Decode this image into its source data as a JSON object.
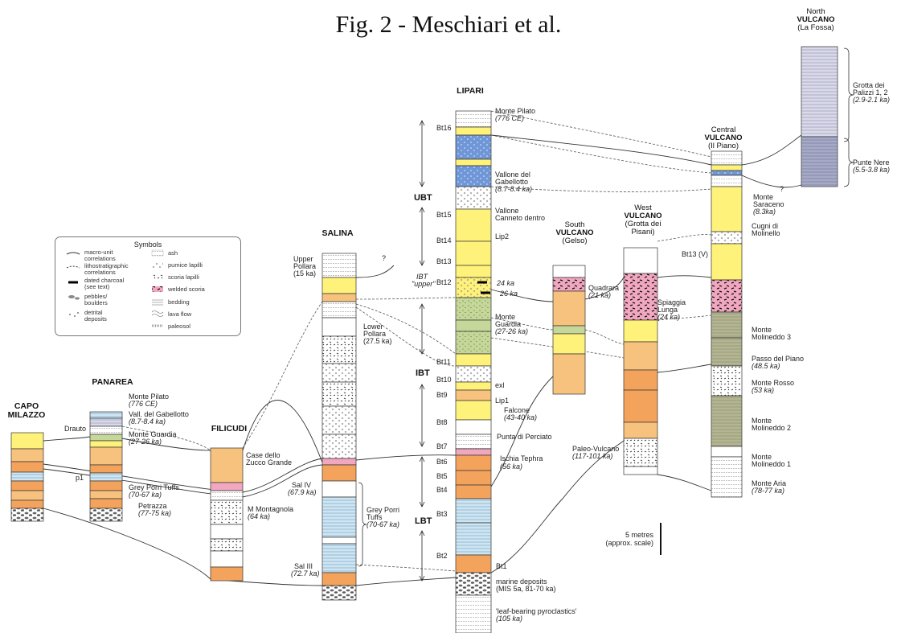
{
  "figure_title": "Fig. 2 - Meschiari et al.",
  "legend": {
    "title": "Symbols",
    "left": [
      "macro-unit",
      "correlations",
      "lithostratigraphic",
      "correlations",
      "dated charcoal",
      "(see text)",
      "pebbles/",
      "boulders",
      "detrital",
      "deposits"
    ],
    "right": [
      "ash",
      "pumice lapilli",
      "scoria lapilli",
      "welded scoria",
      "bedding",
      "lava flow",
      "paleosol"
    ]
  },
  "columns": {
    "capo_milazzo": {
      "title": [
        "CAPO",
        "MILAZZO"
      ]
    },
    "panarea": {
      "title": "PANAREA",
      "labels": {
        "drauto": "Drauto",
        "p1": "p1",
        "monte_pilato": "Monte Pilato",
        "monte_pilato_age": "(776 CE)",
        "vall_gabellotto": "Vall. del Gabellotto",
        "vall_gabellotto_age": "(8.7-8.4 ka)",
        "monte_guardia": "Monte Guardia",
        "monte_guardia_age": "(27-26 ka)",
        "grey_porri": "Grey Porri Tuffs",
        "grey_porri_age": "(70-67 ka)",
        "petrazza": "Petrazza",
        "petrazza_age": "(77-75 ka)"
      }
    },
    "filicudi": {
      "title": "FILICUDI",
      "labels": {
        "zucco": "Case dello",
        "zucco2": "Zucco Grande",
        "montagnola": "M Montagnola",
        "montagnola_age": "(64 ka)"
      }
    },
    "salina": {
      "title": "SALINA",
      "labels": {
        "upper_pollara": "Upper",
        "upper_pollara2": "Pollara",
        "upper_pollara_age": "(15 ka)",
        "lower_pollara": "Lower",
        "lower_pollara2": "Pollara",
        "lower_pollara_age": "(27.5 ka)",
        "sal4": "Sal IV",
        "sal4_age": "(67.9 ka)",
        "grey_porri": "Grey Porri",
        "grey_porri2": "Tuffs",
        "grey_porri_age": "(70-67 ka)",
        "sal3": "Sal III",
        "sal3_age": "(72.7 ka)",
        "question": "?"
      }
    },
    "lipari": {
      "title": "LIPARI",
      "units": {
        "ubt": "UBT",
        "ibt": "IBT",
        "ibt_upper": "IBT",
        "ibt_upper2": "\"upper\"",
        "lbt": "LBT"
      },
      "bt_labels": [
        "Bt16",
        "Bt15",
        "Bt14",
        "Bt13",
        "Bt12",
        "Bt11",
        "Bt10",
        "Bt9",
        "Bt8",
        "Bt7",
        "Bt6",
        "Bt5",
        "Bt4",
        "Bt3",
        "Bt2",
        "Bt1"
      ],
      "labels": {
        "monte_pilato": "Monte Pilato",
        "monte_pilato_age": "(776 CE)",
        "vallone_gab": "Vallone del",
        "vallone_gab2": "Gabellotto",
        "vallone_gab_age": "(8.7-8.4 ka)",
        "vallone_canneto": "Vallone",
        "vallone_canneto2": "Canneto dentro",
        "lip2": "Lip2",
        "ka24": "24 ka",
        "ka26": "26 ka",
        "monte_guardia": "Monte",
        "monte_guardia2": "Guardia",
        "monte_guardia_age": "(27-26 ka)",
        "exl": "exl",
        "lip1": "Lip1",
        "falcone": "Falcone",
        "falcone_age": "(43-40 ka)",
        "punta": "Punta di Perciato",
        "ischia": "Ischia Tephra",
        "ischia_age": "(56 ka)",
        "marine": "marine deposits",
        "marine2": "(MIS 5a, 81-70 ka)",
        "leaf": "'leaf-bearing pyroclastics'",
        "leaf_age": "(105 ka)"
      }
    },
    "south_vulcano": {
      "title": [
        "South",
        "VULCANO",
        "(Gelso)"
      ],
      "labels": {
        "quadrara": "Quadrara",
        "quadrara_age": "(21 ka)",
        "paleo": "Paleo-Vulcano",
        "paleo_age": "(117-101 ka)"
      }
    },
    "west_vulcano": {
      "title": [
        "West",
        "VULCANO",
        "(Grotta dei",
        "Pisani)"
      ],
      "labels": {
        "spiaggia": "Spiaggia",
        "spiaggia2": "Lunga",
        "spiaggia_age": "(24 ka)"
      }
    },
    "central_vulcano": {
      "title": [
        "Central",
        "VULCANO",
        "(Il Piano)"
      ],
      "labels": {
        "saraceno": "Monte",
        "saraceno2": "Saraceno",
        "saraceno_age": "(8.3ka)",
        "cugni": "Cugni di",
        "cugni2": "Molinello",
        "bt13v": "Bt13 (V)",
        "molineddo3": "Monte",
        "molineddo3b": "Molineddo 3",
        "passo": "Passo del Piano",
        "passo_age": "(48.5 ka)",
        "rosso": "Monte Rosso",
        "rosso_age": "(53 ka)",
        "molineddo2": "Monte",
        "molineddo2b": "Molineddo 2",
        "molineddo1": "Monte",
        "molineddo1b": "Molineddo 1",
        "aria": "Monte Aria",
        "aria_age": "(78-77 ka)",
        "question": "?"
      }
    },
    "north_vulcano": {
      "title": [
        "North",
        "VULCANO",
        "(La Fossa)"
      ],
      "labels": {
        "palizzi": "Grotta dei",
        "palizzi2": "Palizzi 1, 2",
        "palizzi_age": "(2.9-2.1 ka)",
        "nere": "Punte Nere",
        "nere_age": "(5.5-3.8 ka)"
      }
    }
  },
  "scale": {
    "label": "5 metres",
    "label2": "(approx. scale)"
  },
  "colors": {
    "yellow": "#fff27a",
    "orange": "#f4a35c",
    "orange_light": "#f6c27e",
    "blue_ash": "#cfe6f2",
    "blue_scoria": "#6f96d6",
    "green": "#c6d79a",
    "olive": "#a9ad86",
    "pink": "#f1a7bf",
    "lilac": "#b6b5d6",
    "slate": "#a6aac7",
    "white": "#ffffff"
  }
}
